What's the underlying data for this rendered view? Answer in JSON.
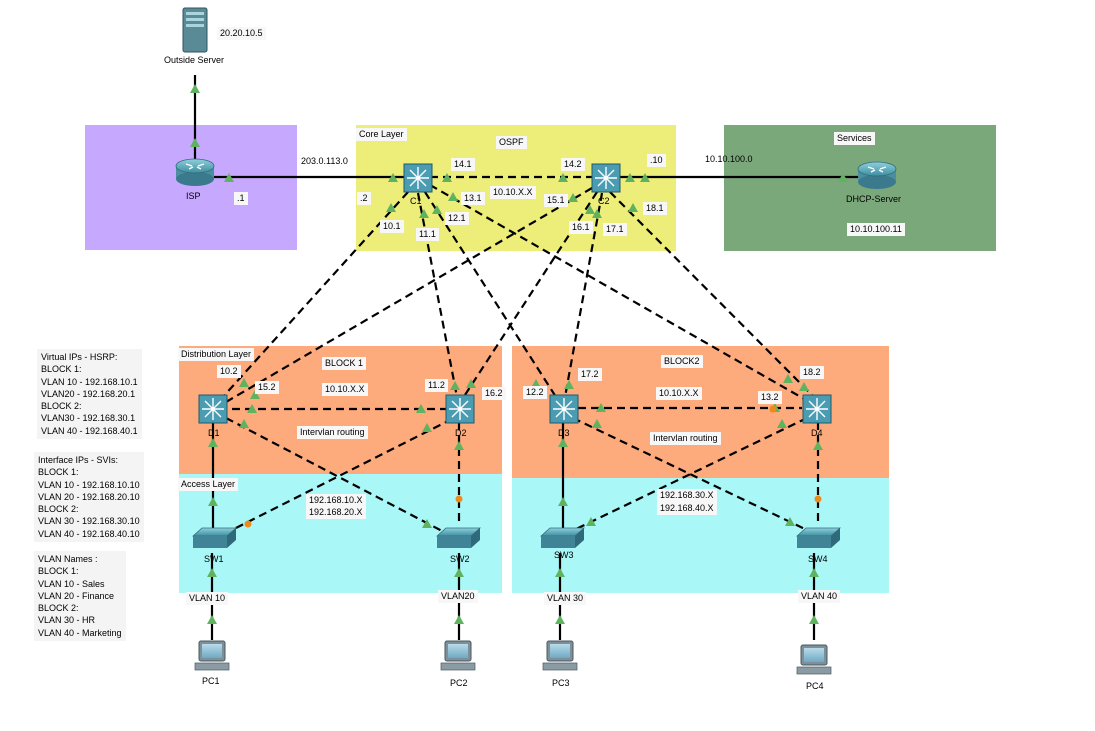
{
  "zones": {
    "core": {
      "title": "Core Layer",
      "protocol": "OSPF"
    },
    "services": {
      "title": "Services"
    },
    "distribution": {
      "title": "Distribution Layer"
    },
    "access": {
      "title": "Access Layer"
    },
    "block1": {
      "title": "BLOCK 1",
      "net": "10.10.X.X",
      "routing": "Intervlan routing",
      "vlan_nets": [
        "192.168.10.X",
        "192.168.20.X"
      ]
    },
    "block2": {
      "title": "BLOCK2",
      "net": "10.10.X.X",
      "routing": "Intervlan routing",
      "vlan_nets": [
        "192.168.30.X",
        "192.168.40.X"
      ]
    }
  },
  "devices": {
    "outside_server": {
      "label": "Outside Server",
      "ip": "20.20.10.5"
    },
    "isp": {
      "label": "ISP"
    },
    "c1": {
      "label": "C1"
    },
    "c2": {
      "label": "C2"
    },
    "dhcp": {
      "label": "DHCP-Server",
      "ip": "10.10.100.11"
    },
    "d1": {
      "label": "D1"
    },
    "d2": {
      "label": "D2"
    },
    "d3": {
      "label": "D3"
    },
    "d4": {
      "label": "D4"
    },
    "sw1": {
      "label": "SW1"
    },
    "sw2": {
      "label": "SW2"
    },
    "sw3": {
      "label": "SW3"
    },
    "sw4": {
      "label": "SW4"
    },
    "pc1": {
      "label": "PC1"
    },
    "pc2": {
      "label": "PC2"
    },
    "pc3": {
      "label": "PC3"
    },
    "pc4": {
      "label": "PC4"
    }
  },
  "link_labels": {
    "isp_net": "203.0.113.0",
    "isp_if": ".1",
    "c1_isp": ".2",
    "c1_c2_net": "10.10.X.X",
    "c1_c2_a": "14.1",
    "c1_c2_b": "14.2",
    "c2_svc": ".10",
    "svc_net": "10.10.100.0",
    "c1_d1": "10.1",
    "c1_d2": "11.1",
    "c1_d3": "12.1",
    "c1_d4": "13.1",
    "c2_d1": "15.1",
    "c2_d2": "16.1",
    "c2_d3": "17.1",
    "c2_d4": "18.1",
    "d1_c1": "10.2",
    "d1_c2": "15.2",
    "d2_c1": "11.2",
    "d2_c2": "16.2",
    "d3_c1": "12.2",
    "d3_c2": "17.2",
    "d4_c1": "13.2",
    "d4_c2": "18.2"
  },
  "vlans": {
    "sw1": "VLAN 10",
    "sw2": "VLAN20",
    "sw3": "VLAN 30",
    "sw4": "VLAN 40"
  },
  "hsrp_panel": {
    "title": "Virtual IPs - HSRP:",
    "lines": [
      "BLOCK 1:",
      "VLAN 10 - 192.168.10.1",
      "VLAN20 - 192.168.20.1",
      "BLOCK 2:",
      "VLAN30 - 192.168.30.1",
      "VLAN 40 - 192.168.40.1"
    ]
  },
  "svi_panel": {
    "title": "Interface IPs - SVIs:",
    "lines": [
      "BLOCK 1:",
      "VLAN 10 - 192.168.10.10",
      "VLAN 20 - 192.168.20.10",
      "BLOCK 2:",
      "VLAN 30 - 192.168.30.10",
      "VLAN 40 - 192.168.40.10"
    ]
  },
  "vlan_panel": {
    "title": "VLAN Names :",
    "lines": [
      "BLOCK 1:",
      "VLAN 10 - Sales",
      "VLAN 20 - Finance",
      "BLOCK 2:",
      "VLAN 30 - HR",
      "VLAN 40 - Marketing"
    ]
  },
  "colors": {
    "isp_zone": "#c7a8ff",
    "core_zone": "#eded7a",
    "services_zone": "#7ba87b",
    "distribution_zone": "#fdaa7c",
    "access_zone": "#aaf7f7",
    "link_up": "#5fb35f",
    "link_pending": "#ee8a1a"
  }
}
